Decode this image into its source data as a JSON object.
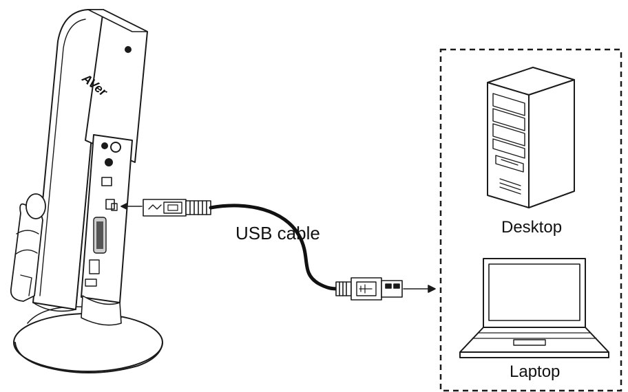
{
  "diagram": {
    "brand_logo": "AVer",
    "cable_label": "USB cable",
    "desktop_label": "Desktop",
    "laptop_label": "Laptop",
    "colors": {
      "ink": "#1a1a1a",
      "background": "#ffffff"
    }
  }
}
